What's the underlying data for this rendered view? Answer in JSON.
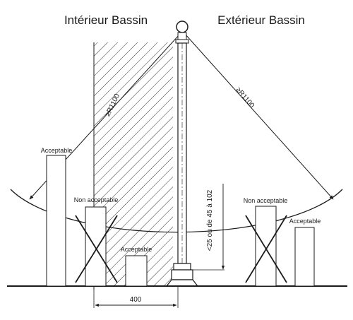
{
  "headings": {
    "inside": "Intérieur Bassin",
    "outside": "Extérieur Bassin"
  },
  "labels": {
    "acceptable_left": "Acceptable",
    "non_acceptable_left": "Non acceptable",
    "acceptable_center": "Acceptable",
    "non_acceptable_right": "Non acceptable",
    "acceptable_right": "Acceptable"
  },
  "dimensions": {
    "radius_left": "≥R1100",
    "radius_right": "≥R1100",
    "height_gap": "<25 ou de 45 à 102",
    "width_zone": "400"
  }
}
